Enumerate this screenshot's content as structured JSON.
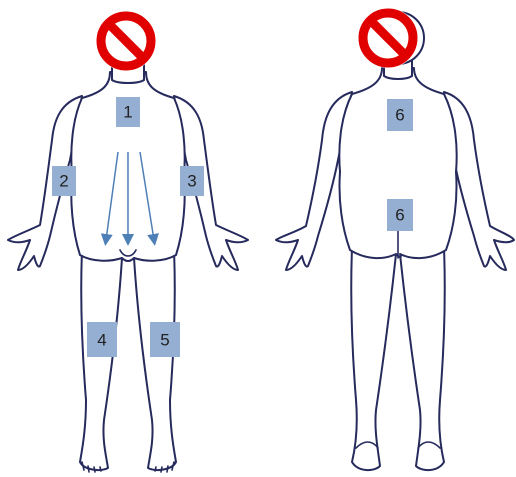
{
  "colors": {
    "outline": "#262a5c",
    "label_box": "#95afd2",
    "label_text": "#222222",
    "arrow": "#4f7fb7",
    "no_sign_red": "#e00000"
  },
  "icons": {
    "head_front": "no-sign-icon",
    "head_back": "no-sign-icon"
  },
  "front_labels": [
    "1",
    "2",
    "3",
    "4",
    "5"
  ],
  "back_labels": [
    "6",
    "6"
  ]
}
